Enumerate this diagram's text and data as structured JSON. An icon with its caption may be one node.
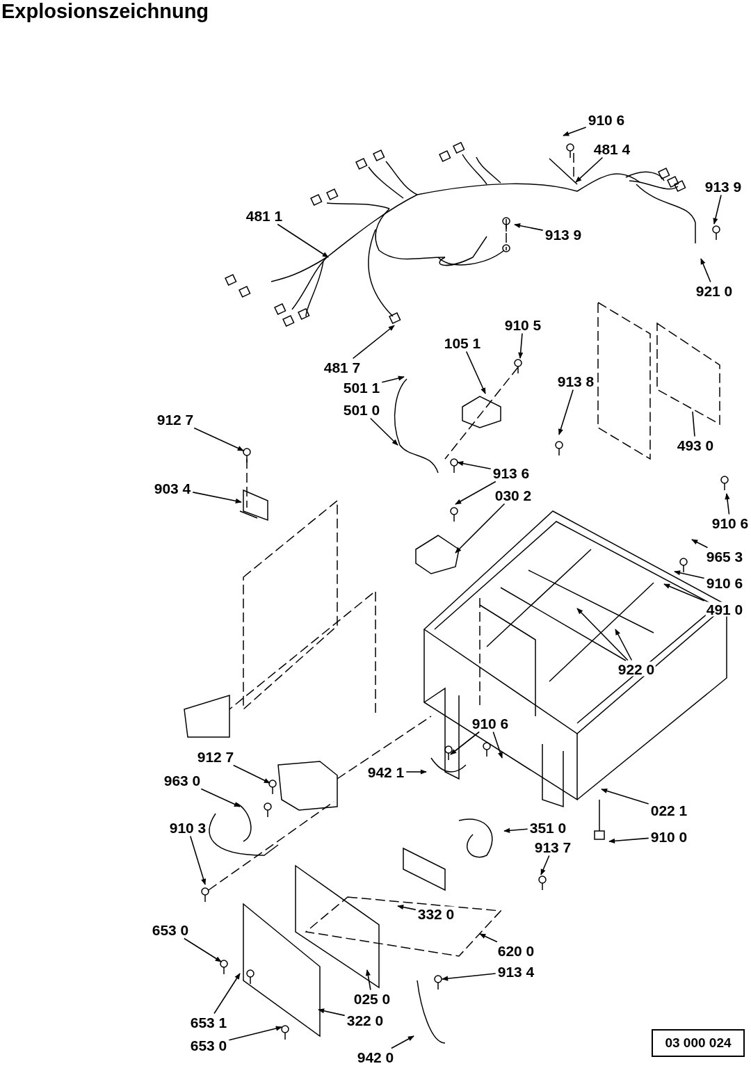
{
  "diagram": {
    "title": "Explosionszeichnung",
    "nodes": [
      {
        "text": [
          "910 6"
        ]
      },
      {
        "text": [
          "481 4"
        ]
      },
      {
        "text": [
          "913 9"
        ]
      },
      {
        "text": [
          "481 1"
        ]
      },
      {
        "text": [
          "913 9"
        ]
      },
      {
        "text": [
          "921 0"
        ]
      },
      {
        "text": [
          "481 7"
        ]
      },
      {
        "text": [
          "910 5"
        ]
      },
      {
        "text": [
          "105 1"
        ]
      },
      {
        "text": [
          "913 8"
        ]
      },
      {
        "text": [
          "501 1"
        ]
      },
      {
        "text": [
          "501 0"
        ]
      },
      {
        "text": [
          "912 7"
        ]
      },
      {
        "text": [
          "493 0"
        ]
      },
      {
        "text": [
          "913 6"
        ]
      },
      {
        "text": [
          "903 4"
        ]
      },
      {
        "text": [
          "030 2"
        ]
      },
      {
        "text": [
          "910 6"
        ]
      },
      {
        "text": [
          "965 3"
        ]
      },
      {
        "text": [
          "910 6"
        ]
      },
      {
        "text": [
          "491 0"
        ]
      },
      {
        "text": [
          "922 0"
        ]
      },
      {
        "text": [
          "910 6"
        ]
      },
      {
        "text": [
          "912 7"
        ]
      },
      {
        "text": [
          "942 1"
        ]
      },
      {
        "text": [
          "963 0"
        ]
      },
      {
        "text": [
          "910 3"
        ]
      },
      {
        "text": [
          "022 1"
        ]
      },
      {
        "text": [
          "351 0"
        ]
      },
      {
        "text": [
          "910 0"
        ]
      },
      {
        "text": [
          "913 7"
        ]
      },
      {
        "text": [
          "332 0"
        ]
      },
      {
        "text": [
          "653 0"
        ]
      },
      {
        "text": [
          "620 0"
        ]
      },
      {
        "text": [
          "913 4"
        ]
      },
      {
        "text": [
          "025 0"
        ]
      },
      {
        "text": [
          "653 1"
        ]
      },
      {
        "text": [
          "322 0"
        ]
      },
      {
        "text": [
          "653 0"
        ]
      },
      {
        "text": [
          "942 0"
        ]
      }
    ],
    "edges": [
      {
        "from": 0,
        "to": null,
        "arrow": "to"
      },
      {
        "from": 1,
        "to": null,
        "arrow": "to"
      },
      {
        "from": 2,
        "to": null,
        "arrow": "to"
      },
      {
        "from": 3,
        "to": null,
        "arrow": "to"
      },
      {
        "from": 4,
        "to": null,
        "arrow": "to"
      },
      {
        "from": 5,
        "to": null,
        "arrow": "to"
      },
      {
        "from": 6,
        "to": null,
        "arrow": "to"
      },
      {
        "from": 7,
        "to": null,
        "arrow": "to"
      },
      {
        "from": 8,
        "to": null,
        "arrow": "to"
      },
      {
        "from": 9,
        "to": null,
        "arrow": "to"
      },
      {
        "from": 10,
        "to": null,
        "arrow": "to"
      },
      {
        "from": 11,
        "to": null,
        "arrow": "to"
      },
      {
        "from": 12,
        "to": null,
        "arrow": "to"
      },
      {
        "from": 13,
        "to": null,
        "arrow": "none"
      },
      {
        "from": 14,
        "to": null,
        "arrow": "to"
      },
      {
        "from": 14,
        "to": null,
        "arrow": "to"
      },
      {
        "from": 15,
        "to": null,
        "arrow": "to"
      },
      {
        "from": 16,
        "to": null,
        "arrow": "to"
      },
      {
        "from": 17,
        "to": null,
        "arrow": "to"
      },
      {
        "from": 18,
        "to": null,
        "arrow": "to"
      },
      {
        "from": 19,
        "to": null,
        "arrow": "to"
      },
      {
        "from": 20,
        "to": null,
        "arrow": "to"
      },
      {
        "from": 21,
        "to": null,
        "arrow": "to"
      },
      {
        "from": 21,
        "to": null,
        "arrow": "to"
      },
      {
        "from": 22,
        "to": null,
        "arrow": "to"
      },
      {
        "from": 22,
        "to": null,
        "arrow": "to"
      },
      {
        "from": 23,
        "to": null,
        "arrow": "to"
      },
      {
        "from": 24,
        "to": null,
        "arrow": "to"
      },
      {
        "from": 25,
        "to": null,
        "arrow": "to"
      },
      {
        "from": 26,
        "to": null,
        "arrow": "to"
      },
      {
        "from": 27,
        "to": null,
        "arrow": "to"
      },
      {
        "from": 28,
        "to": null,
        "arrow": "to"
      },
      {
        "from": 29,
        "to": null,
        "arrow": "to"
      },
      {
        "from": 30,
        "to": null,
        "arrow": "to"
      },
      {
        "from": 31,
        "to": null,
        "arrow": "to"
      },
      {
        "from": 32,
        "to": null,
        "arrow": "to"
      },
      {
        "from": 33,
        "to": null,
        "arrow": "to"
      },
      {
        "from": 34,
        "to": null,
        "arrow": "to"
      },
      {
        "from": 35,
        "to": null,
        "arrow": "to"
      },
      {
        "from": 36,
        "to": null,
        "arrow": "to"
      },
      {
        "from": 37,
        "to": null,
        "arrow": "to"
      },
      {
        "from": 38,
        "to": null,
        "arrow": "to"
      },
      {
        "from": 39,
        "to": null,
        "arrow": "to"
      }
    ],
    "labels": [
      "03 000 024"
    ]
  }
}
